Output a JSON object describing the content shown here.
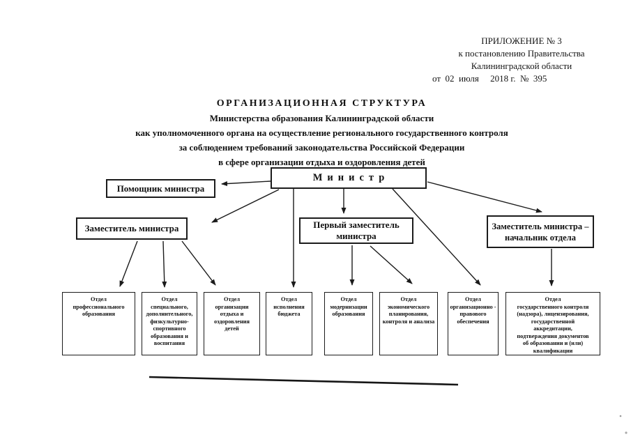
{
  "colors": {
    "ink": "#1b1b1b",
    "paper": "#ffffff"
  },
  "stamp": {
    "line1": "ПРИЛОЖЕНИЕ № 3",
    "line2": "к постановлению Правительства",
    "line3": "Калининградской области",
    "line4": "от  02  июля     2018 г.  №  395"
  },
  "title": {
    "line1": "ОРГАНИЗАЦИОННАЯ СТРУКТУРА",
    "line2": "Министерства образования Калининградской области",
    "line3": "как уполномоченного органа на осуществление регионального государственного контроля",
    "line4": "за соблюдением требований законодательства Российской Федерации",
    "line5": "в сфере организации отдыха и оздоровления детей"
  },
  "org": {
    "minister": "Министр",
    "assistant": "Помощник министра",
    "deputy": "Заместитель министра",
    "first_deputy": "Первый заместитель\nминистра",
    "deputy_head_of_division": "Заместитель министра –\nначальник отдела",
    "departments": [
      {
        "label": "Отдел\nпрофессионального\nобразования"
      },
      {
        "label": "Отдел\nспециального,\nдополнительного,\nфизкультурно-\nспортивного\nобразования и\nвоспитания"
      },
      {
        "label": "Отдел\nорганизации\nотдыха и\nоздоровления\nдетей"
      },
      {
        "label": "Отдел\nисполнения\nбюджета"
      },
      {
        "label": "Отдел\nмодернизации\nобразования"
      },
      {
        "label": "Отдел\nэкономического\nпланирования,\nконтроля и анализа"
      },
      {
        "label": "Отдел\nорганизационно -\nправового\nобеспечения"
      },
      {
        "label": "Отдел\nгосударственного контроля\n(надзора), лицензирования,\nгосударственной\nаккредитации,\nподтверждения документов\nоб образовании и (или)\nквалификации"
      }
    ]
  }
}
